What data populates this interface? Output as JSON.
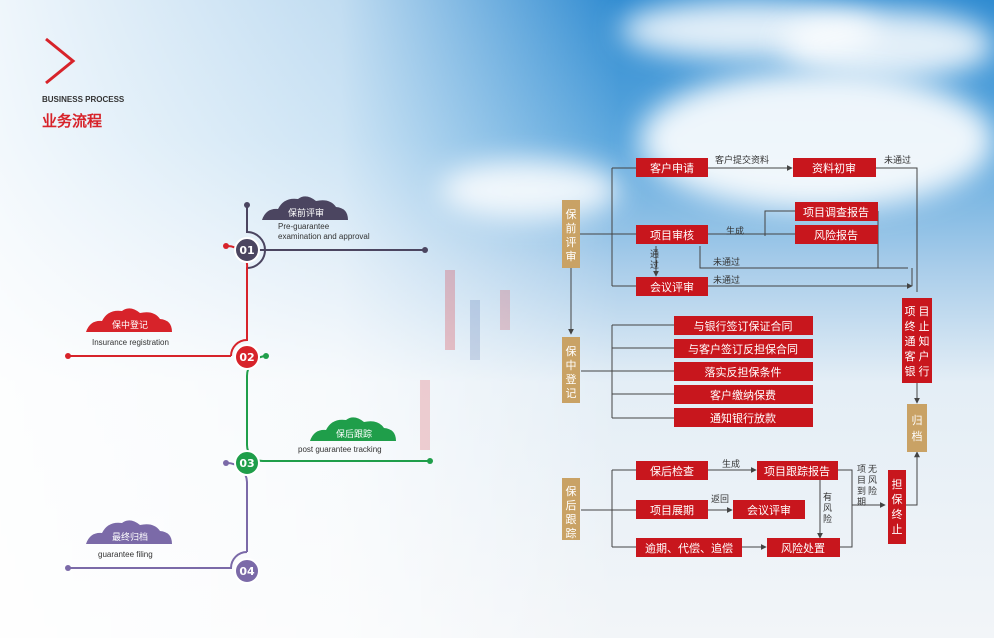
{
  "header": {
    "subtitle_en": "BUSINESS PROCESS",
    "title_zh": "业务流程"
  },
  "timeline": [
    {
      "num": "01",
      "cloud": "保前评审",
      "en1": "Pre-guarantee",
      "en2": "examination and approval",
      "color": "#4b4560"
    },
    {
      "num": "02",
      "cloud": "保中登记",
      "en1": "Insurance registration",
      "en2": "",
      "color": "#d7232a"
    },
    {
      "num": "03",
      "cloud": "保后跟踪",
      "en1": "post guarantee tracking",
      "en2": "",
      "color": "#1f9e4a"
    },
    {
      "num": "04",
      "cloud": "最终归档",
      "en1": "guarantee filing",
      "en2": "",
      "color": "#7b6aa8"
    }
  ],
  "phases": {
    "pre": [
      "保",
      "前",
      "评",
      "审"
    ],
    "mid": [
      "保",
      "中",
      "登",
      "记"
    ],
    "post": [
      "保",
      "后",
      "跟",
      "踪"
    ]
  },
  "boxes": {
    "customer_apply": "客户申请",
    "initial_review": "资料初审",
    "project_review": "项目审核",
    "survey_report": "项目调查报告",
    "risk_report": "风险报告",
    "meeting_review": "会议评审",
    "mid_1": "与银行签订保证合同",
    "mid_2": "与客户签订反担保合同",
    "mid_3": "落实反担保条件",
    "mid_4": "客户缴纳保费",
    "mid_5": "通知银行放款",
    "post_check": "保后检查",
    "tracking_report": "项目跟踪报告",
    "extension": "项目展期",
    "post_meeting": "会议评审",
    "overdue": "逾期、代偿、追偿",
    "risk_handling": "风险处置",
    "terminate_notify": [
      "项",
      "目",
      "终",
      "止",
      "通",
      "知",
      "客",
      "户",
      "银",
      "行"
    ],
    "archive": [
      "归",
      "档"
    ],
    "guarantee_end": [
      "担",
      "保",
      "终",
      "止"
    ]
  },
  "labels": {
    "submit_docs": "客户提交资料",
    "not_passed_1": "未通过",
    "generate_1": "生成",
    "passed": [
      "通",
      "过"
    ],
    "not_passed_2": "未通过",
    "not_passed_3": "未通过",
    "generate_2": "生成",
    "return": "返回",
    "has_risk": [
      "有",
      "风",
      "险"
    ],
    "no_risk": [
      "项",
      "目",
      "无",
      "风",
      "险",
      "到",
      "期"
    ]
  },
  "colors": {
    "red": "#c8161d",
    "gold": "#c9a265",
    "line": "#444444"
  }
}
